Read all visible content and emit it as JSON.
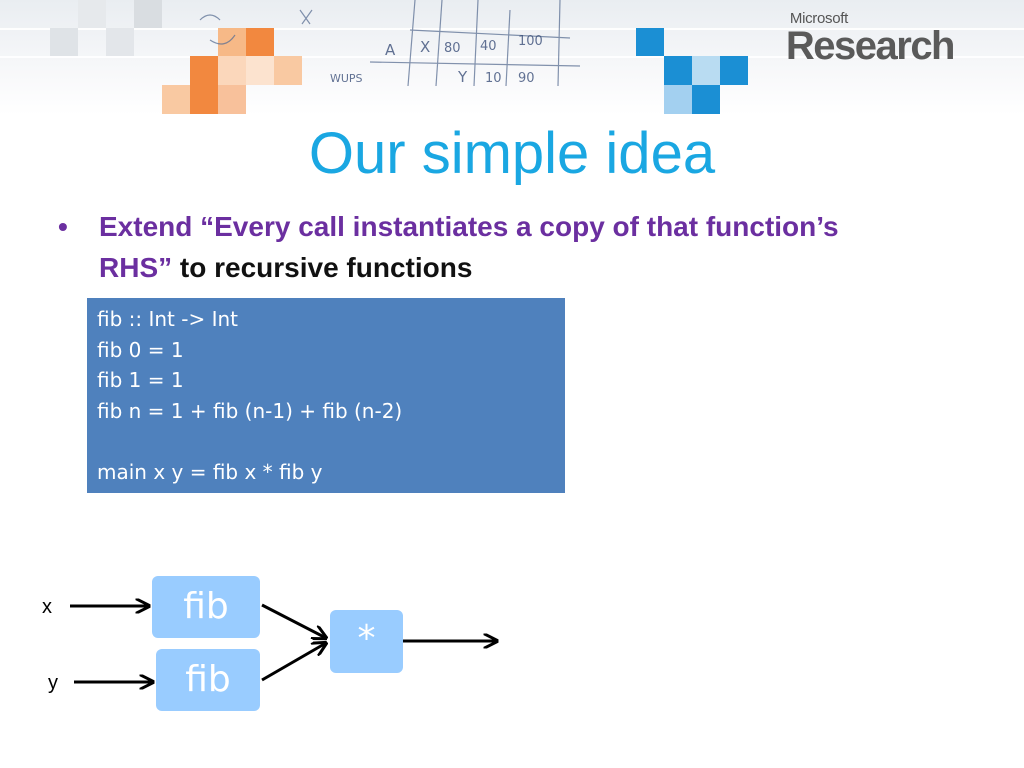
{
  "header": {
    "logo_small": "Microsoft",
    "logo_big": "Research",
    "sketch_text": [
      "A",
      "X",
      "80",
      "40",
      "100",
      "Y",
      "10",
      "90",
      "WUPS"
    ]
  },
  "slide": {
    "title": "Our simple idea",
    "bullet": {
      "symbol": "•",
      "purple_text": "Extend “Every call instantiates a copy of that function’s RHS”",
      "black_text": " to recursive functions"
    },
    "code_lines": [
      "fib :: Int -> Int",
      "fib 0 = 1",
      "fib 1 = 1",
      "fib n = 1 + fib (n-1) + fib (n-2)",
      "",
      "main x y = fib x * fib y"
    ]
  },
  "diagram": {
    "input_x": "x",
    "input_y": "y",
    "fib_top": "fib",
    "fib_bottom": "fib",
    "multiply": "*"
  },
  "colors": {
    "title": "#1aa7e2",
    "bullet_purple": "#6b2fa0",
    "code_bg": "#4f81bd",
    "node_bg": "#99ccff",
    "accent_orange": "#f2883f",
    "accent_blue": "#1b8fd4"
  }
}
